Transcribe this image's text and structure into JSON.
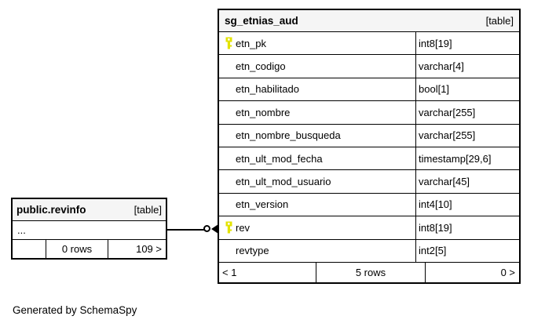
{
  "diagram": {
    "generated_by": "Generated by SchemaSpy"
  },
  "main_table": {
    "title": "sg_etnias_aud",
    "badge": "[table]",
    "columns": [
      {
        "name": "etn_pk",
        "type": "int8[19]",
        "key": true
      },
      {
        "name": "etn_codigo",
        "type": "varchar[4]",
        "key": false
      },
      {
        "name": "etn_habilitado",
        "type": "bool[1]",
        "key": false
      },
      {
        "name": "etn_nombre",
        "type": "varchar[255]",
        "key": false
      },
      {
        "name": "etn_nombre_busqueda",
        "type": "varchar[255]",
        "key": false
      },
      {
        "name": "etn_ult_mod_fecha",
        "type": "timestamp[29,6]",
        "key": false
      },
      {
        "name": "etn_ult_mod_usuario",
        "type": "varchar[45]",
        "key": false
      },
      {
        "name": "etn_version",
        "type": "int4[10]",
        "key": false
      },
      {
        "name": "rev",
        "type": "int8[19]",
        "key": true
      },
      {
        "name": "revtype",
        "type": "int2[5]",
        "key": false
      }
    ],
    "footer": {
      "left": "< 1",
      "center": "5 rows",
      "right": "0 >"
    }
  },
  "related_table": {
    "title": "public.revinfo",
    "badge": "[table]",
    "ellipsis": "...",
    "footer": {
      "left": "",
      "center": "0 rows",
      "right": "109 >"
    }
  },
  "colors": {
    "background": "#ffffff",
    "border": "#000000",
    "header_bg": "#f5f5f5",
    "key_icon": "#e3e300"
  }
}
